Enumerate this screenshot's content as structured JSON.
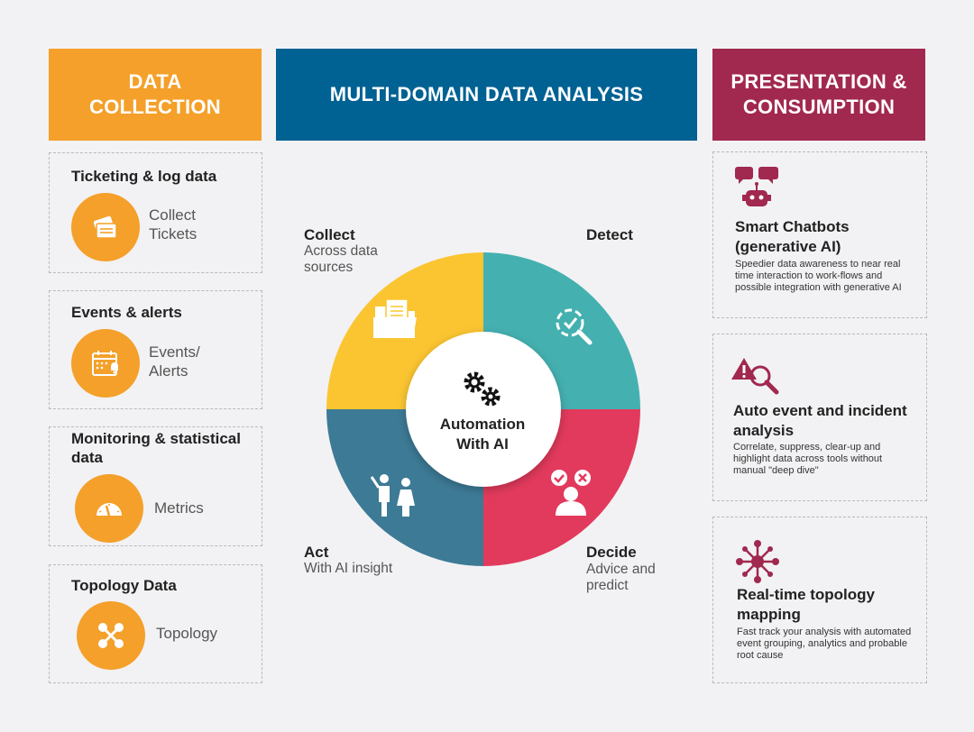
{
  "headers": {
    "left": "DATA COLLECTION",
    "middle": "MULTI-DOMAIN DATA ANALYSIS",
    "right": "PRESENTATION & CONSUMPTION"
  },
  "collection": [
    {
      "title": "Ticketing & log data",
      "label": "Collect Tickets",
      "icon": "tickets-icon"
    },
    {
      "title": "Events & alerts",
      "label": "Events/ Alerts",
      "icon": "calendar-bell-icon"
    },
    {
      "title": "Monitoring & statistical data",
      "label": "Metrics",
      "icon": "gauge-icon"
    },
    {
      "title": "Topology Data",
      "label": "Topology",
      "icon": "topology-icon"
    }
  ],
  "cycle": {
    "center": "Automation With AI",
    "collect": {
      "title": "Collect",
      "sub": "Across data sources"
    },
    "detect": {
      "title": "Detect"
    },
    "act": {
      "title": "Act",
      "sub": "With AI insight"
    },
    "decide": {
      "title": "Decide",
      "sub": "Advice and predict"
    }
  },
  "presentation": [
    {
      "title": "Smart Chatbots (generative AI)",
      "desc": "Speedier data awareness to near real time interaction to work-flows and possible integration with generative AI",
      "icon": "chatbot-icon"
    },
    {
      "title": "Auto event and incident analysis",
      "desc": "Correlate, suppress, clear-up and highlight data across tools without manual \"deep dive\"",
      "icon": "alert-search-icon"
    },
    {
      "title": "Real-time topology mapping",
      "desc": "Fast track your analysis with automated event grouping, analytics and probable root cause",
      "icon": "network-icon"
    }
  ],
  "colors": {
    "orange": "#f4a02a",
    "blue": "#006193",
    "magenta": "#a1284f",
    "yellow": "#fbc531",
    "teal": "#45b0b0",
    "steel": "#3d7a96",
    "red": "#e23a5c"
  }
}
